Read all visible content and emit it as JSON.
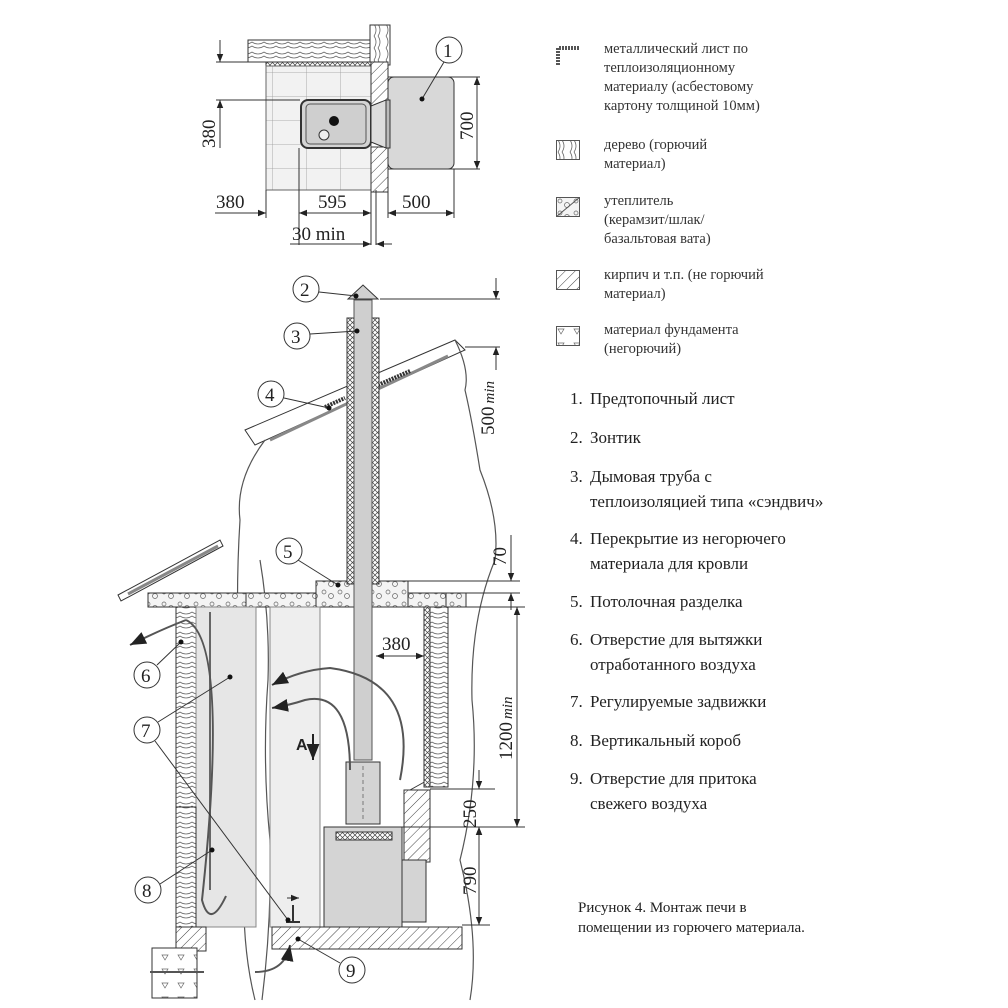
{
  "legend": [
    {
      "icon": "metal-sheet-swatch-icon",
      "lines": [
        "металлический лист по",
        "теплоизоляционному",
        "материалу (асбестовому",
        "картону толщиной 10мм)"
      ]
    },
    {
      "icon": "wood-swatch-icon",
      "lines": [
        "дерево (горючий",
        "материал)"
      ]
    },
    {
      "icon": "insulation-swatch-icon",
      "lines": [
        "утеплитель",
        "(керамзит/шлак/",
        "базальтовая вата)"
      ]
    },
    {
      "icon": "brick-swatch-icon",
      "lines": [
        "кирпич и т.п. (не горючий",
        "материал)"
      ]
    },
    {
      "icon": "foundation-swatch-icon",
      "lines": [
        "материал фундамента",
        "(негорючий)"
      ]
    }
  ],
  "items": [
    {
      "num": "1.",
      "lines": [
        "Предтопочный лист"
      ]
    },
    {
      "num": "2.",
      "lines": [
        "Зонтик"
      ]
    },
    {
      "num": "3.",
      "lines": [
        "Дымовая труба с",
        "теплоизоляцией типа «сэндвич»"
      ]
    },
    {
      "num": "4.",
      "lines": [
        "Перекрытие из негорючего",
        "материала для кровли"
      ]
    },
    {
      "num": "5.",
      "lines": [
        "Потолочная разделка"
      ]
    },
    {
      "num": "6.",
      "lines": [
        "Отверстие для вытяжки",
        "отработанного воздуха"
      ]
    },
    {
      "num": "7.",
      "lines": [
        "Регулируемые задвижки"
      ]
    },
    {
      "num": "8.",
      "lines": [
        "Вертикальный короб"
      ]
    },
    {
      "num": "9.",
      "lines": [
        "Отверстие для притока",
        "свежего воздуха"
      ]
    }
  ],
  "caption": {
    "line1": "Рисунок 4.  Монтаж печи в",
    "line2": "помещении из горючего материала."
  },
  "plan_view": {
    "dims": {
      "left_vertical": "380",
      "right_vertical": "700",
      "bottom_left": "380",
      "bottom_mid": "595",
      "bottom_right": "500",
      "min_gap": "30 min"
    },
    "callouts": [
      "1"
    ]
  },
  "section_view": {
    "dims": {
      "roof_clearance": "500",
      "roof_clearance_suffix": "min",
      "ceiling_cut": "70",
      "ceiling_height": "1200",
      "ceiling_height_suffix": "min",
      "pipe_to_wall": "380",
      "stove_top_to_wall": "250",
      "stove_height": "790"
    },
    "callouts": [
      "2",
      "3",
      "4",
      "5",
      "6",
      "7",
      "8",
      "9"
    ],
    "view_marker": "A"
  },
  "colors": {
    "line": "#333333",
    "fill_gray": "#d8d8d8",
    "fill_light": "#ececec"
  }
}
